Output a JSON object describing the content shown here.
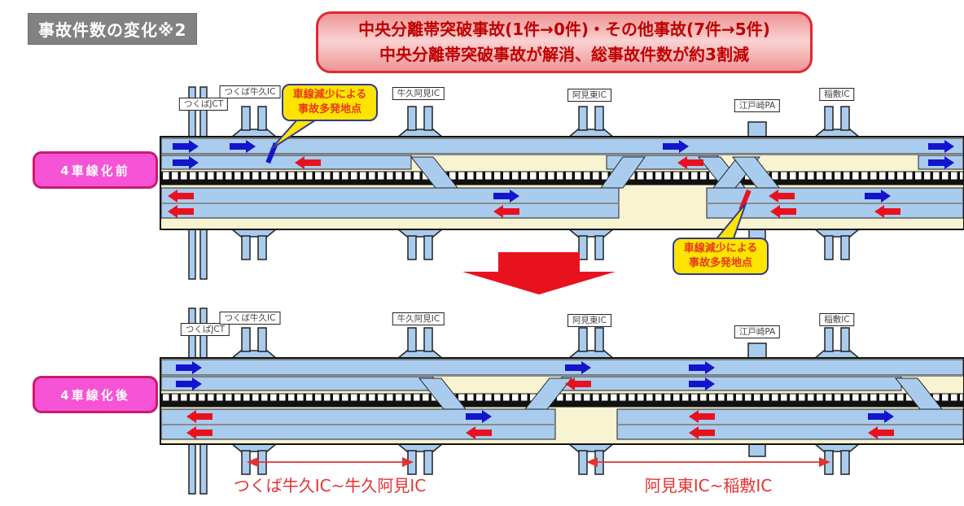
{
  "title": {
    "text": "事故件数の変化※2"
  },
  "banner": {
    "line1": "中央分離帯突破事故(1件→0件)・その他事故(7件→5件)",
    "line2": "中央分離帯突破事故が解消、総事故件数が約3割減"
  },
  "rows": {
    "before_label": "4車線化前",
    "after_label": "4車線化後"
  },
  "ic_labels": {
    "tsukuba_jct": "つくばJCT",
    "tsukuba_ushiku": "つくば牛久IC",
    "ushiku_ami": "牛久阿見IC",
    "ami_higashi": "阿見東IC",
    "edosaki": "江戸崎PA",
    "inashiki": "稲敷IC"
  },
  "callout": {
    "line1": "車線減少による",
    "line2": "事故多発地点"
  },
  "spans": {
    "left": "つくば牛久IC~牛久阿見IC",
    "right": "阿見東IC~稲敷IC"
  },
  "icons": {
    "eastbound_traffic": "blue-right-arrow",
    "westbound_traffic": "red-left-arrow",
    "transition": "red-down-arrow",
    "accident_points": [
      "accident-mark-blue",
      "accident-mark-red"
    ]
  },
  "colors": {
    "road_blue": "#a9ccee",
    "cream_band": "#f8f3d0",
    "arrow_blue": "#1414cc",
    "arrow_red": "#e8121f",
    "callout_yellow": "#ffe400",
    "callout_border": "#333a8c",
    "callout_text": "#e6391a",
    "row_label_bg": "#f653d6",
    "row_label_border": "#cc1a6b",
    "banner_bg": "#f5a8a8",
    "banner_border": "#dd2a33",
    "banner_text": "#c00000",
    "title_bg": "#828282",
    "span_text": "#e23333"
  }
}
